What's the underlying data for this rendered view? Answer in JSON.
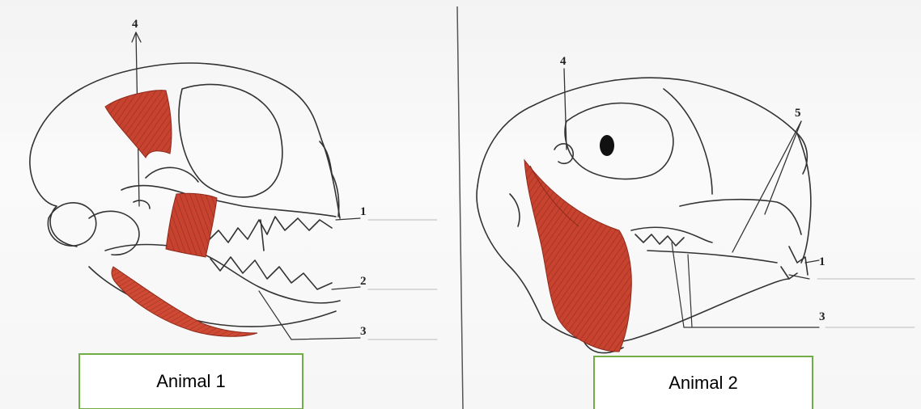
{
  "panels": [
    {
      "caption": "Animal 1",
      "labels": [
        "4",
        "1",
        "2",
        "3"
      ]
    },
    {
      "caption": "Animal 2",
      "labels": [
        "4",
        "5",
        "1",
        "3"
      ]
    }
  ],
  "colors": {
    "muscle": "#c8432f",
    "muscle_dark": "#8e2a1c",
    "caption_border": "#70ad47",
    "outline": "#333333"
  }
}
